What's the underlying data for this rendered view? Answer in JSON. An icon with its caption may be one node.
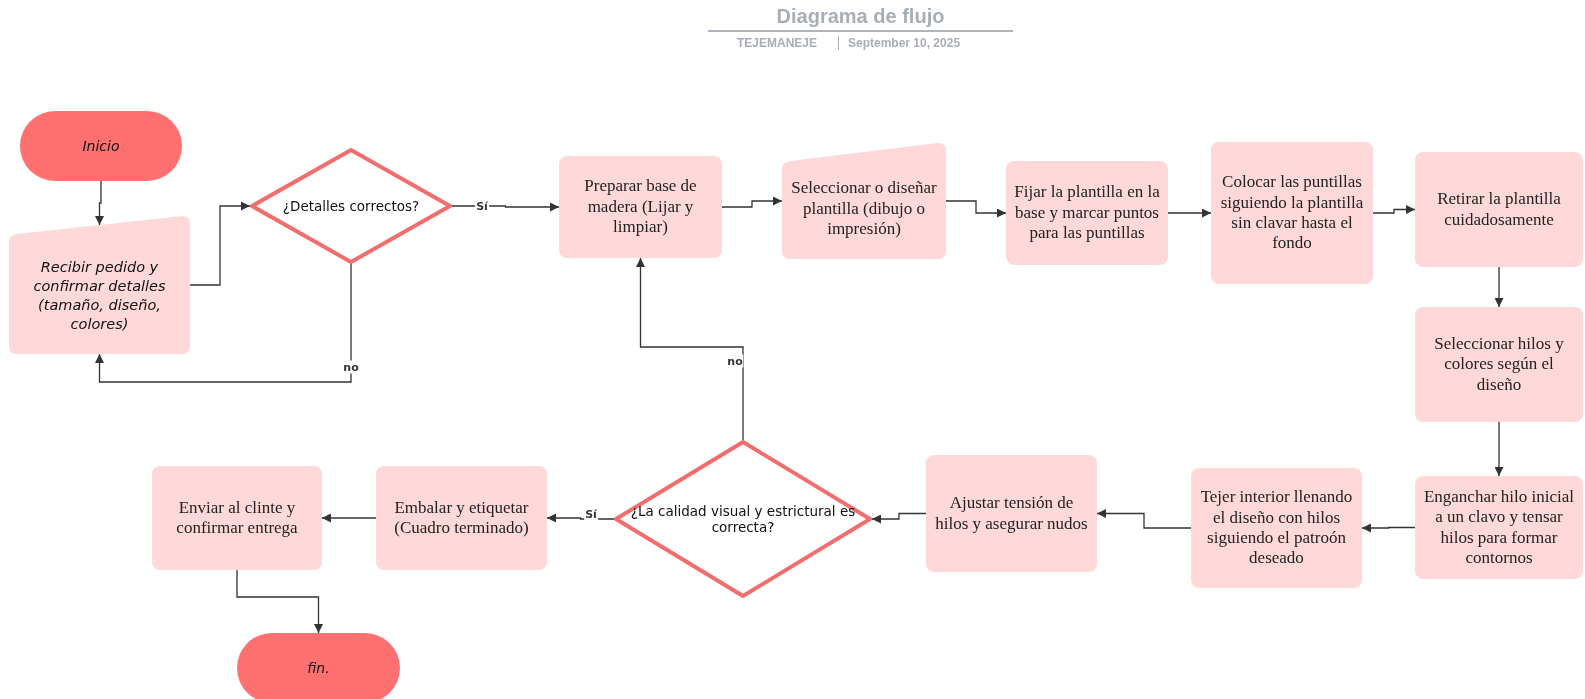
{
  "diagram": {
    "title": "Diagrama de flujo",
    "nodes": [
      {
        "text": [
          "Inicio"
        ]
      },
      {
        "text": [
          "Recibir pedido y confirmar detalles (tamaño, diseño, colores)"
        ]
      },
      {
        "text": [
          "¿Detalles correctos?"
        ]
      },
      {
        "text": [
          "Preparar base de madera (Lijar y limpiar)"
        ]
      },
      {
        "text": [
          "Seleccionar o diseñar plantilla (dibujo o impresión)"
        ]
      },
      {
        "text": [
          "Fijar la plantilla en la base y marcar puntos para las puntillas"
        ]
      },
      {
        "text": [
          "Colocar las puntillas siguiendo la plantilla sin clavar hasta el fondo"
        ]
      },
      {
        "text": [
          "Retirar la plantilla cuidadosamente"
        ]
      },
      {
        "text": [
          "Seleccionar hilos y colores según el diseño"
        ]
      },
      {
        "text": [
          "Enganchar hilo inicial a un clavo y tensar hilos para formar contornos"
        ]
      },
      {
        "text": [
          "Tejer interior llenando el diseño con hilos siguiendo el patroón deseado"
        ]
      },
      {
        "text": [
          "Ajustar tensión de hilos y asegurar nudos"
        ]
      },
      {
        "text": [
          "¿La calidad visual y estrictural es correcta?"
        ]
      },
      {
        "text": [
          "Embalar y etiquetar (Cuadro terminado)"
        ]
      },
      {
        "text": [
          "Enviar al clinte y confirmar entrega"
        ]
      },
      {
        "text": [
          "fin."
        ]
      }
    ],
    "edges": [
      {
        "from": 0,
        "to": 1,
        "arrow": "to"
      },
      {
        "from": 1,
        "to": 2,
        "arrow": "to"
      },
      {
        "from": 2,
        "to": 3,
        "arrow": "to",
        "label": "Sí"
      },
      {
        "from": 2,
        "to": 1,
        "arrow": "to",
        "label": "no"
      },
      {
        "from": 3,
        "to": 4,
        "arrow": "to"
      },
      {
        "from": 4,
        "to": 5,
        "arrow": "to"
      },
      {
        "from": 5,
        "to": 6,
        "arrow": "to"
      },
      {
        "from": 6,
        "to": 7,
        "arrow": "to"
      },
      {
        "from": 7,
        "to": 8,
        "arrow": "to"
      },
      {
        "from": 8,
        "to": 9,
        "arrow": "to"
      },
      {
        "from": 9,
        "to": 10,
        "arrow": "to"
      },
      {
        "from": 10,
        "to": 11,
        "arrow": "to"
      },
      {
        "from": 11,
        "to": 12,
        "arrow": "to"
      },
      {
        "from": 12,
        "to": 13,
        "arrow": "to",
        "label": "Sí"
      },
      {
        "from": 12,
        "to": 3,
        "arrow": "to",
        "label": "no"
      },
      {
        "from": 13,
        "to": 14,
        "arrow": "to"
      },
      {
        "from": 14,
        "to": 15,
        "arrow": "to"
      }
    ],
    "labels": [
      "TEJEMANEJE",
      "September 10, 2025"
    ]
  }
}
